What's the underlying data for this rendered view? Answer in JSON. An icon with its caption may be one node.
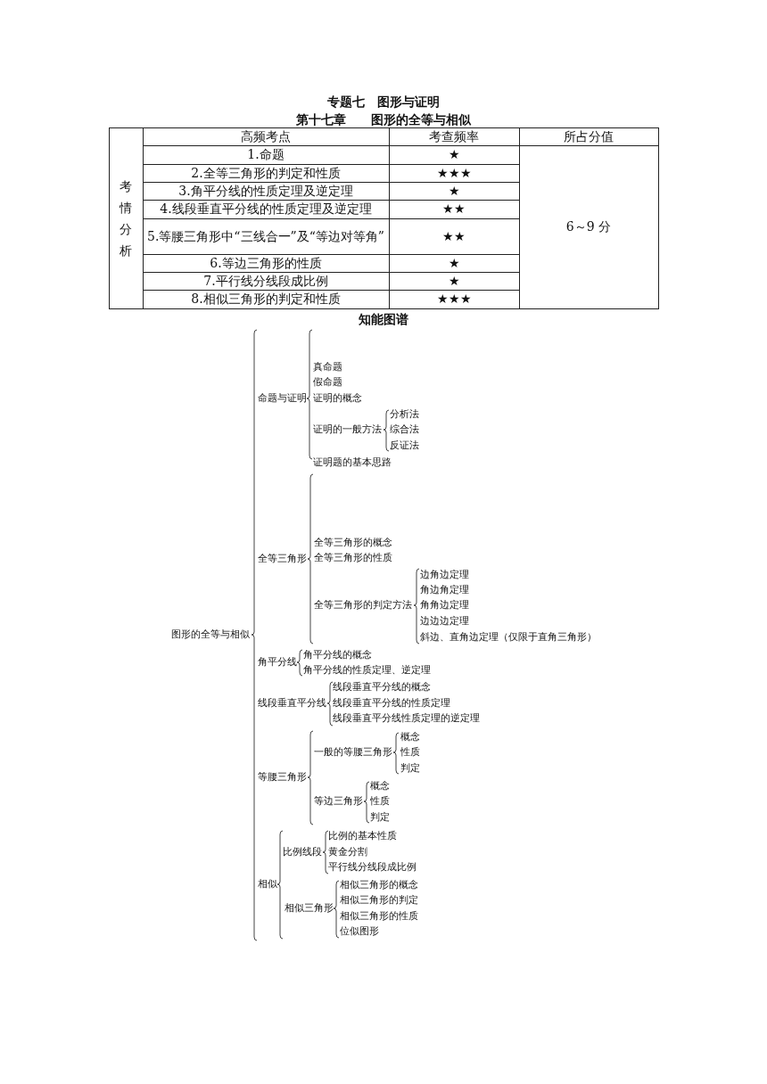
{
  "diagram": {
    "title": "专题七　图形与证明",
    "labels": [
      "第十七章　　图形的全等与相似",
      "考情分析",
      "高频考点",
      "考查频率",
      "所占分值",
      "1.命题",
      "★",
      "6～9 分",
      "2.全等三角形的判定和性质",
      "★★★",
      "3.角平分线的性质定理及逆定理",
      "★",
      "4.线段垂直平分线的性质定理及逆定理",
      "★★",
      "5.等腰三角形中“三线合一”及“等边对等角”",
      "★★",
      "6.等边三角形的性质",
      "★",
      "7.平行线分线段成比例",
      "★",
      "8.相似三角形的判定和性质",
      "★★★",
      "知能图谱",
      "图形的全等与相似",
      "命题与证明",
      "真命题",
      "假命题",
      "证明的概念",
      "证明的一般方法",
      "分析法",
      "综合法",
      "反证法",
      "证明题的基本思路",
      "全等三角形",
      "全等三角形的概念",
      "全等三角形的性质",
      "全等三角形的判定方法",
      "边角边定理",
      "角边角定理",
      "角角边定理",
      "边边边定理",
      "斜边、直角边定理（仅限于直角三角形）",
      "角平分线",
      "角平分线的概念",
      "角平分线的性质定理、逆定理",
      "线段垂直平分线",
      "线段垂直平分线的概念",
      "线段垂直平分线的性质定理",
      "线段垂直平分线性质定理的逆定理",
      "等腰三角形",
      "一般的等腰三角形",
      "概念",
      "性质",
      "判定",
      "等边三角形",
      "概念",
      "性质",
      "判定",
      "相似",
      "比例线段",
      "比例的基本性质",
      "黄金分割",
      "平行线分线段成比例",
      "相似三角形",
      "相似三角形的概念",
      "相似三角形的判定",
      "相似三角形的性质",
      "位似图形"
    ]
  }
}
